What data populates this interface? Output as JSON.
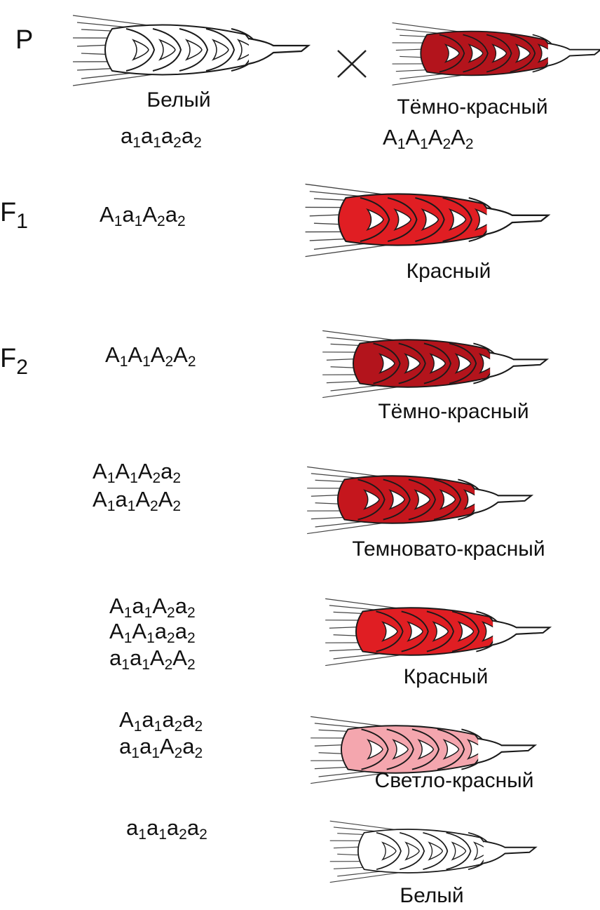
{
  "generations": {
    "p": {
      "letter": "P",
      "index": ""
    },
    "f1": {
      "letter": "F",
      "index": "1"
    },
    "f2": {
      "letter": "F",
      "index": "2"
    }
  },
  "parents": [
    {
      "phenotype": "Белый",
      "genotype": [
        {
          "base": "a",
          "sub": "1"
        },
        {
          "base": "a",
          "sub": "1"
        },
        {
          "base": "a",
          "sub": "2"
        },
        {
          "base": "a",
          "sub": "2"
        }
      ],
      "color": "#ffffff"
    },
    {
      "phenotype": "Тёмно-красный",
      "genotype": [
        {
          "base": "A",
          "sub": "1"
        },
        {
          "base": "A",
          "sub": "1"
        },
        {
          "base": "A",
          "sub": "2"
        },
        {
          "base": "A",
          "sub": "2"
        }
      ],
      "color": "#b3141c"
    }
  ],
  "cross_symbol": "×",
  "f1": {
    "genotype": [
      {
        "base": "A",
        "sub": "1"
      },
      {
        "base": "a",
        "sub": "1"
      },
      {
        "base": "A",
        "sub": "2"
      },
      {
        "base": "a",
        "sub": "2"
      }
    ],
    "phenotype": "Красный",
    "color": "#e01e23"
  },
  "f2_classes": [
    {
      "genotypes": [
        [
          {
            "base": "A",
            "sub": "1"
          },
          {
            "base": "A",
            "sub": "1"
          },
          {
            "base": "A",
            "sub": "2"
          },
          {
            "base": "A",
            "sub": "2"
          }
        ]
      ],
      "phenotype": "Тёмно-красный",
      "color": "#b3141c"
    },
    {
      "genotypes": [
        [
          {
            "base": "A",
            "sub": "1"
          },
          {
            "base": "A",
            "sub": "1"
          },
          {
            "base": "A",
            "sub": "2"
          },
          {
            "base": "a",
            "sub": "2"
          }
        ],
        [
          {
            "base": "A",
            "sub": "1"
          },
          {
            "base": "a",
            "sub": "1"
          },
          {
            "base": "A",
            "sub": "2"
          },
          {
            "base": "A",
            "sub": "2"
          }
        ]
      ],
      "phenotype": "Темновато-красный",
      "color": "#c5161d"
    },
    {
      "genotypes": [
        [
          {
            "base": "A",
            "sub": "1"
          },
          {
            "base": "a",
            "sub": "1"
          },
          {
            "base": "A",
            "sub": "2"
          },
          {
            "base": "a",
            "sub": "2"
          }
        ],
        [
          {
            "base": "A",
            "sub": "1"
          },
          {
            "base": "A",
            "sub": "1"
          },
          {
            "base": "a",
            "sub": "2"
          },
          {
            "base": "a",
            "sub": "2"
          }
        ],
        [
          {
            "base": "a",
            "sub": "1"
          },
          {
            "base": "a",
            "sub": "1"
          },
          {
            "base": "A",
            "sub": "2"
          },
          {
            "base": "A",
            "sub": "2"
          }
        ]
      ],
      "phenotype": "Красный",
      "color": "#e01e23"
    },
    {
      "genotypes": [
        [
          {
            "base": "A",
            "sub": "1"
          },
          {
            "base": "a",
            "sub": "1"
          },
          {
            "base": "a",
            "sub": "2"
          },
          {
            "base": "a",
            "sub": "2"
          }
        ],
        [
          {
            "base": "a",
            "sub": "1"
          },
          {
            "base": "a",
            "sub": "1"
          },
          {
            "base": "A",
            "sub": "2"
          },
          {
            "base": "a",
            "sub": "2"
          }
        ]
      ],
      "phenotype": "Светло-красный",
      "color": "#f4a6ae"
    },
    {
      "genotypes": [
        [
          {
            "base": "a",
            "sub": "1"
          },
          {
            "base": "a",
            "sub": "1"
          },
          {
            "base": "a",
            "sub": "2"
          },
          {
            "base": "a",
            "sub": "2"
          }
        ]
      ],
      "phenotype": "Белый",
      "color": "#ffffff"
    }
  ],
  "icons": {
    "spike": "wheat-spike-icon",
    "cross": "cross-symbol"
  }
}
